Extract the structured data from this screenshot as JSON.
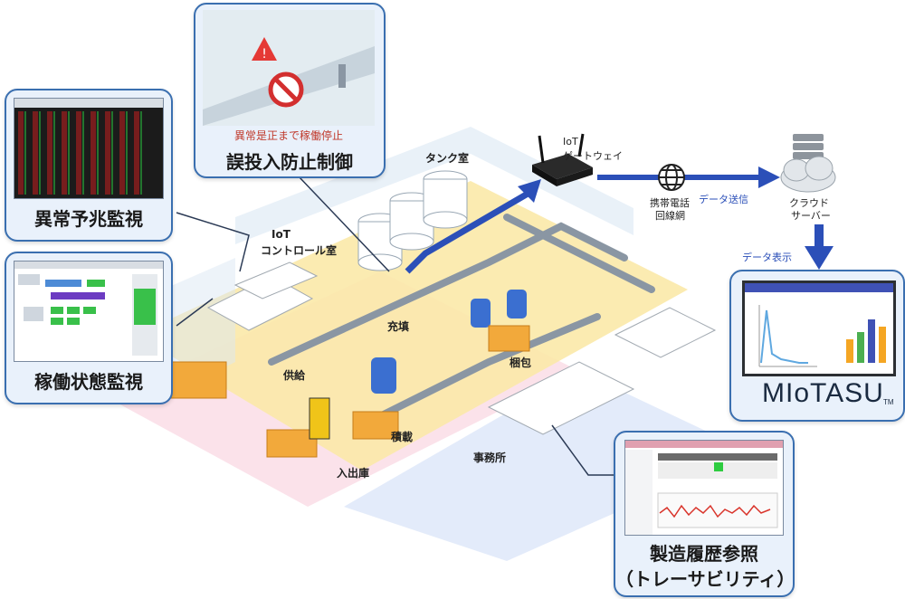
{
  "callouts": {
    "anomaly": "異常予兆監視",
    "operation": "稼働状態監視",
    "misinput": "誤投入防止制御",
    "warning": "異常是正まで稼働停止",
    "history_1": "製造履歴参照",
    "history_2": "（トレーサビリティ）"
  },
  "zones": {
    "tank": "タンク室",
    "iot_control_1": "IoT",
    "iot_control_2": "コントロール室",
    "filling": "充填",
    "supply": "供給",
    "packing": "梱包",
    "loading": "積載",
    "office": "事務所",
    "warehouse": "入出庫"
  },
  "network": {
    "gateway_1": "IoT",
    "gateway_2": "ゲートウェイ",
    "mobile_1": "携帯電話",
    "mobile_2": "回線網",
    "send": "データ送信",
    "cloud_1": "クラウド",
    "cloud_2": "サーバー",
    "display": "データ表示"
  },
  "product": {
    "name": "MIoTASU",
    "tm": "TM"
  },
  "colors": {
    "arrow": "#2b4fb8",
    "callout_border": "#3a6fb0",
    "callout_bg": "#e9f1fb",
    "floor_yellow": "#fbe9a8",
    "floor_pink": "#fbe2ea",
    "floor_blue": "#e3ebfa"
  }
}
